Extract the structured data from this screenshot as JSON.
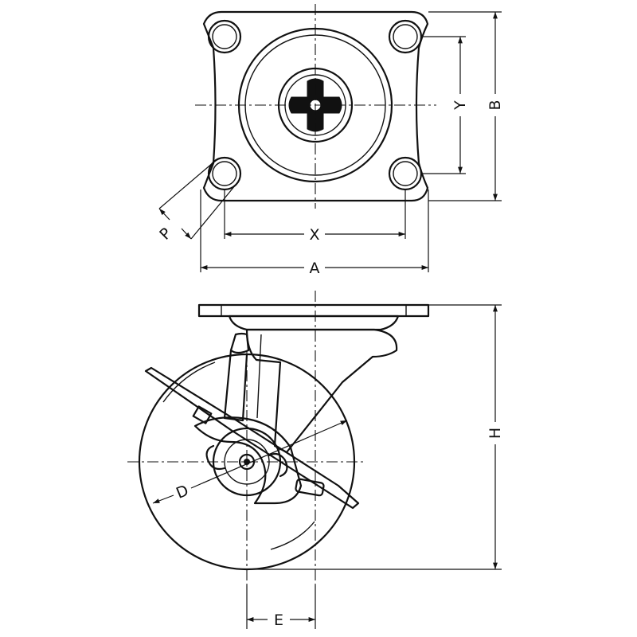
{
  "dimension_labels": {
    "A": "A",
    "B": "B",
    "X": "X",
    "Y": "Y",
    "P": "P",
    "H": "H",
    "D": "D",
    "E": "E"
  },
  "colors": {
    "line": "#111111",
    "background": "#ffffff"
  }
}
